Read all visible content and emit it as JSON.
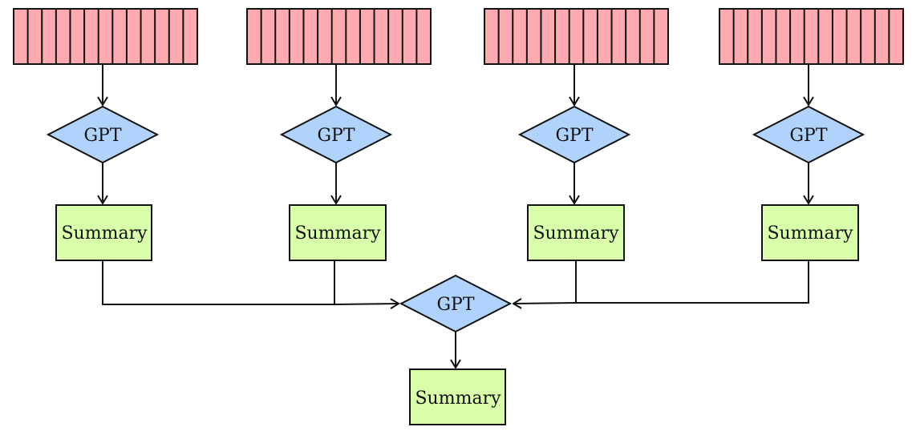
{
  "colors": {
    "chunk_fill": "#ffa9b0",
    "gpt_fill": "#b0d3fb",
    "summary_fill": "#d9ffaa",
    "stroke": "#111111"
  },
  "chunk_segments": 13,
  "columns": [
    {
      "gpt_label": "GPT",
      "summary_label": "Summary"
    },
    {
      "gpt_label": "GPT",
      "summary_label": "Summary"
    },
    {
      "gpt_label": "GPT",
      "summary_label": "Summary"
    },
    {
      "gpt_label": "GPT",
      "summary_label": "Summary"
    }
  ],
  "final": {
    "gpt_label": "GPT",
    "summary_label": "Summary"
  }
}
